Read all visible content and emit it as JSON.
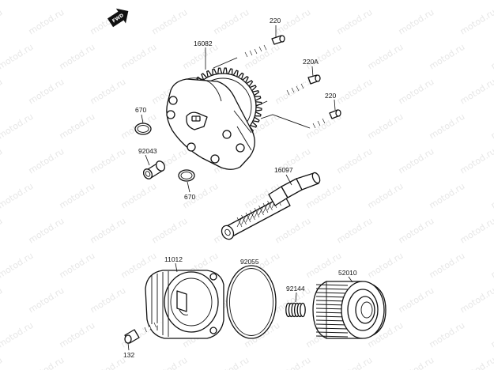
{
  "watermark": {
    "text": "motod.ru"
  },
  "direction_indicator": {
    "text": "FWD"
  },
  "callouts": {
    "p220_top": "220",
    "p16082": "16082",
    "p220a": "220A",
    "p220_right": "220",
    "p670_top": "670",
    "p92043": "92043",
    "p670_bottom": "670",
    "p16097": "16097",
    "p11012": "11012",
    "p92055": "92055",
    "p92144": "92144",
    "p52010": "52010",
    "p132": "132"
  }
}
